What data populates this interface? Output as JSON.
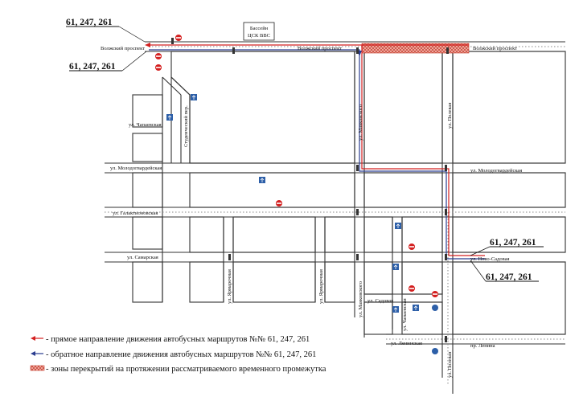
{
  "routes_label": "61, 247, 261",
  "pool_label_line1": "Бассейн",
  "pool_label_line2": "ЦСК ВВС",
  "streets": {
    "volzhsky_left": "Волжский проспект",
    "volzhsky_mid": "Волжский проспект",
    "volzhsky_right": "Волжский проспект",
    "studencheskiy": "Студенческий пер.",
    "chapaevskaya": "ул. Чапаевская",
    "molodogvard_left": "ул. Молодогвардейская",
    "molodogvard_right": "ул. Молодогвардейская",
    "galaktionovskaya": "ул. Галактионовская",
    "samarskaya": "ул. Самарская",
    "yaroslavskaya1": "ул. Ярмарочная",
    "yaroslavskaya2": "ул. Ярмарочная",
    "mayakovskogo_top": "ул. Маяковского",
    "mayakovskogo_bottom": "ул. Маяковского",
    "polevaya_top": "ул. Полевая",
    "polevaya_bottom": "ул. Полевая",
    "novo_sadovaya": "ул. Ново-Садовая",
    "sadovaya": "ул. Садовая",
    "chapaevskaya2": "ул. Чапаевская",
    "leninskaya": "ул. Ленинская",
    "lenina": "пр. Ленина"
  },
  "legend": [
    {
      "text": "- прямое направление движения автобусных маршрутов №№ 61, 247, 261",
      "color": "#d42020"
    },
    {
      "text": "- обратное направление движения автобусных маршрутов №№ 61, 247, 261",
      "color": "#2a3d8f"
    },
    {
      "text": "- зоны перекрытий на протяжении рассматриваемого временного промежутка",
      "color": "#e05a4a"
    }
  ],
  "colors": {
    "forward": "#d42020",
    "reverse": "#2a3d8f",
    "closure": "#e05a4a",
    "sign_blue": "#2d5fa8"
  },
  "icons": {
    "no_entry": "no-entry-sign",
    "stop": "bus-stop-sign",
    "light": "traffic-light"
  }
}
